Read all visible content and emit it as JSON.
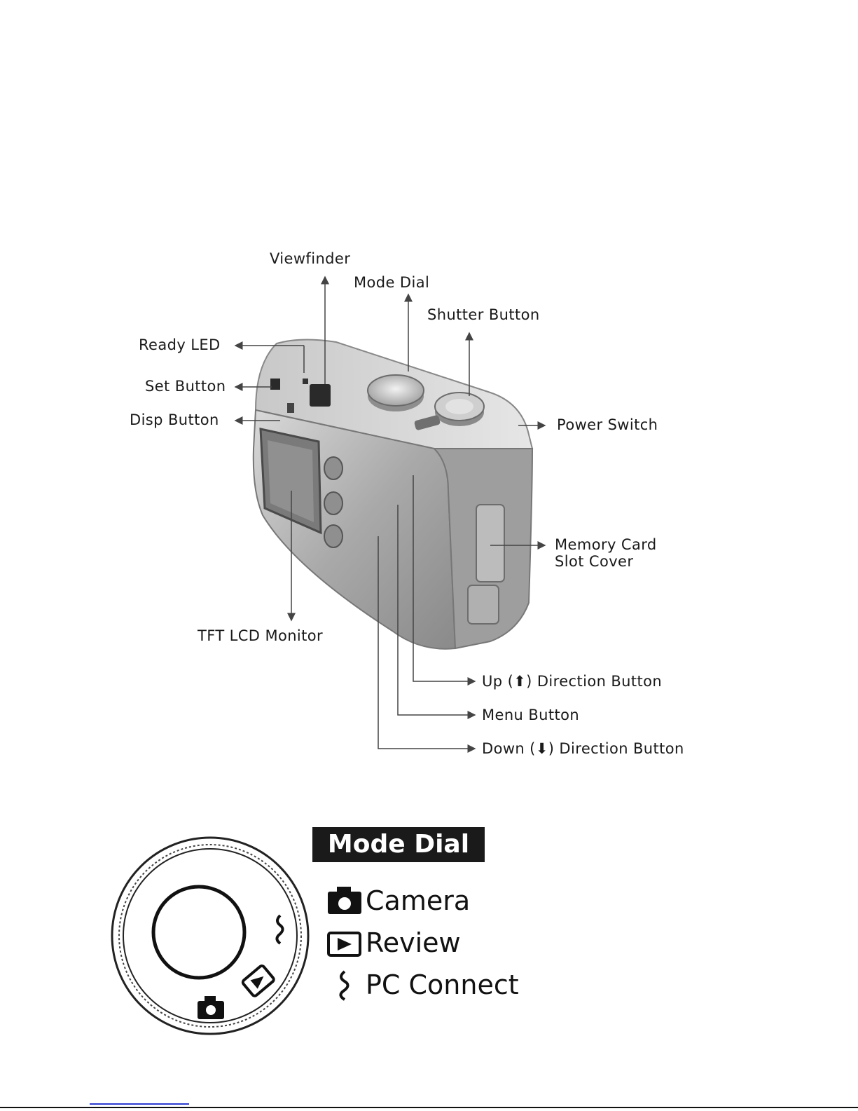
{
  "callouts": {
    "viewfinder": "Viewfinder",
    "mode_dial": "Mode Dial",
    "shutter_button": "Shutter Button",
    "ready_led": "Ready LED",
    "set_button": "Set Button",
    "disp_button": "Disp Button",
    "power_switch": "Power Switch",
    "memory_card_slot_cover": "Memory Card\nSlot Cover",
    "tft_lcd_monitor": "TFT LCD Monitor",
    "up_direction_button": "Up (⬆) Direction Button",
    "menu_button": "Menu Button",
    "down_direction_button": "Down (⬇) Direction Button"
  },
  "mode_dial_legend": {
    "title": "Mode Dial",
    "items": [
      {
        "icon": "camera-icon",
        "label": "Camera"
      },
      {
        "icon": "review-icon",
        "label": "Review"
      },
      {
        "icon": "pc-connect-icon",
        "label": "PC Connect"
      }
    ]
  },
  "colors": {
    "camera_body": "#b8b8b8",
    "label_box": "#1a1a1a",
    "footer_link": "#2a3bd0"
  }
}
